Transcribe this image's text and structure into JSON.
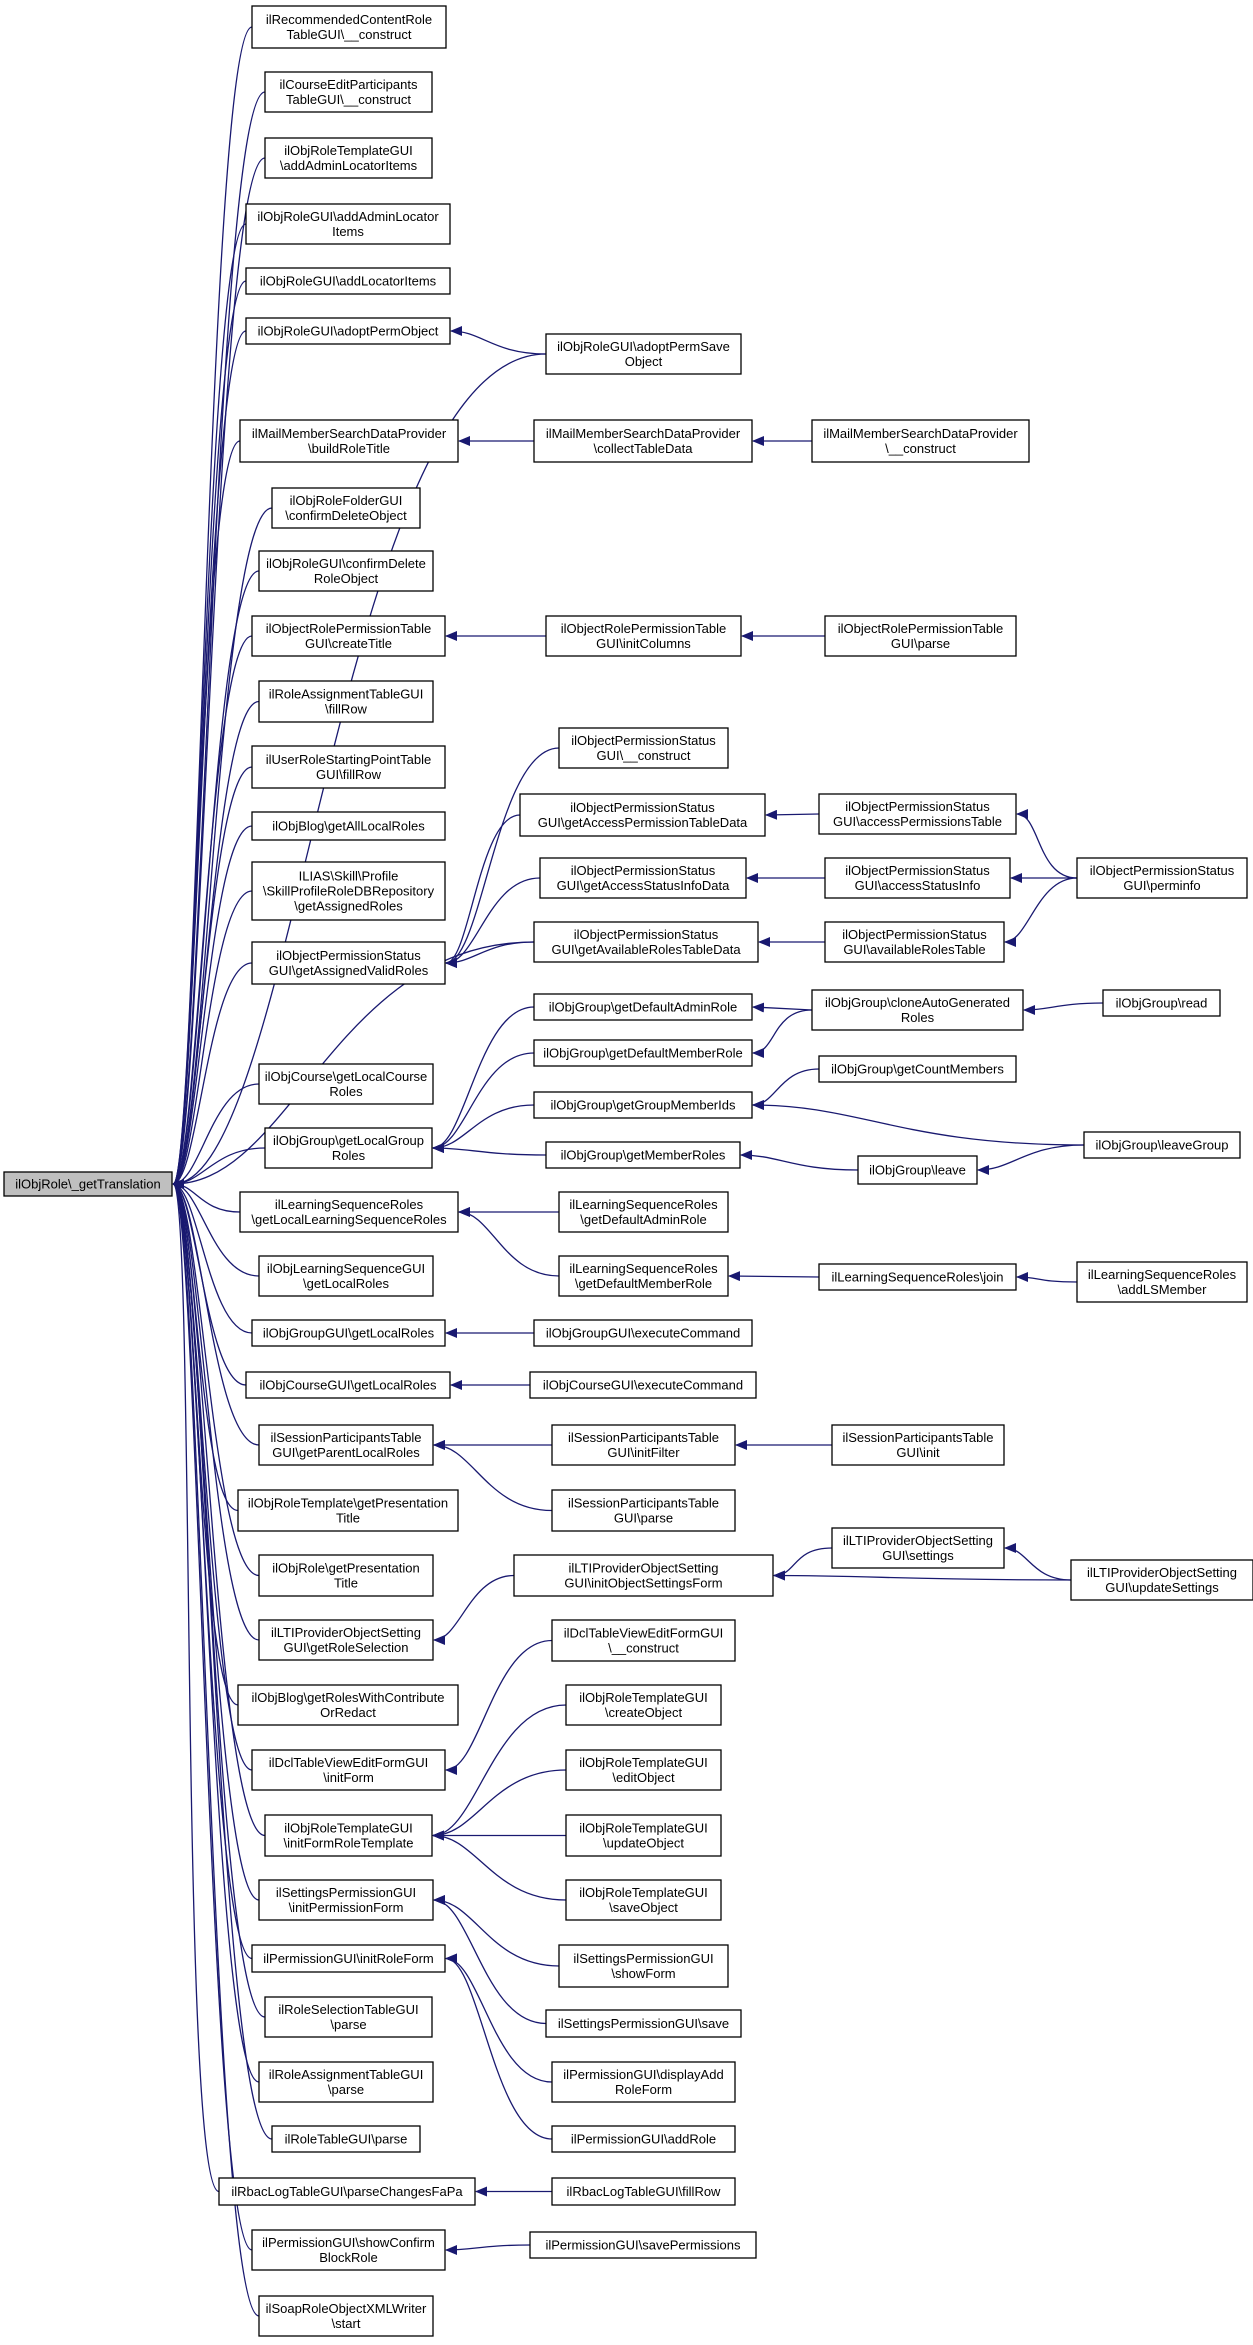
{
  "colors": {
    "edge": "#191970",
    "root_fill": "#bfbfbf",
    "node_fill": "#ffffff",
    "node_border": "#000000"
  },
  "root": {
    "id": "root",
    "lines": [
      "ilObjRole\\_getTranslation"
    ]
  },
  "nodes": [
    {
      "id": "c1",
      "lines": [
        "ilRecommendedContentRole",
        "TableGUI\\__construct"
      ]
    },
    {
      "id": "c2",
      "lines": [
        "ilCourseEditParticipants",
        "TableGUI\\__construct"
      ]
    },
    {
      "id": "c3",
      "lines": [
        "ilObjRoleTemplateGUI",
        "\\addAdminLocatorItems"
      ]
    },
    {
      "id": "c4",
      "lines": [
        "ilObjRoleGUI\\addAdminLocator",
        "Items"
      ]
    },
    {
      "id": "c5",
      "lines": [
        "ilObjRoleGUI\\addLocatorItems"
      ]
    },
    {
      "id": "c6",
      "lines": [
        "ilObjRoleGUI\\adoptPermObject"
      ]
    },
    {
      "id": "c7",
      "lines": [
        "ilMailMemberSearchDataProvider",
        "\\buildRoleTitle"
      ]
    },
    {
      "id": "c8",
      "lines": [
        "ilObjRoleFolderGUI",
        "\\confirmDeleteObject"
      ]
    },
    {
      "id": "c9",
      "lines": [
        "ilObjRoleGUI\\confirmDelete",
        "RoleObject"
      ]
    },
    {
      "id": "c10",
      "lines": [
        "ilObjectRolePermissionTable",
        "GUI\\createTitle"
      ]
    },
    {
      "id": "c11",
      "lines": [
        "ilRoleAssignmentTableGUI",
        "\\fillRow"
      ]
    },
    {
      "id": "c12",
      "lines": [
        "ilUserRoleStartingPointTable",
        "GUI\\fillRow"
      ]
    },
    {
      "id": "c13",
      "lines": [
        "ilObjBlog\\getAllLocalRoles"
      ]
    },
    {
      "id": "c14",
      "lines": [
        "ILIAS\\Skill\\Profile",
        "\\SkillProfileRoleDBRepository",
        "\\getAssignedRoles"
      ]
    },
    {
      "id": "c15",
      "lines": [
        "ilObjectPermissionStatus",
        "GUI\\getAssignedValidRoles"
      ]
    },
    {
      "id": "c16",
      "lines": [
        "ilObjCourse\\getLocalCourse",
        "Roles"
      ]
    },
    {
      "id": "c17",
      "lines": [
        "ilObjGroup\\getLocalGroup",
        "Roles"
      ]
    },
    {
      "id": "c18",
      "lines": [
        "ilLearningSequenceRoles",
        "\\getLocalLearningSequenceRoles"
      ]
    },
    {
      "id": "c19",
      "lines": [
        "ilObjLearningSequenceGUI",
        "\\getLocalRoles"
      ]
    },
    {
      "id": "c20",
      "lines": [
        "ilObjGroupGUI\\getLocalRoles"
      ]
    },
    {
      "id": "c21",
      "lines": [
        "ilObjCourseGUI\\getLocalRoles"
      ]
    },
    {
      "id": "c22",
      "lines": [
        "ilSessionParticipantsTable",
        "GUI\\getParentLocalRoles"
      ]
    },
    {
      "id": "c23",
      "lines": [
        "ilObjRoleTemplate\\getPresentation",
        "Title"
      ]
    },
    {
      "id": "c24",
      "lines": [
        "ilObjRole\\getPresentation",
        "Title"
      ]
    },
    {
      "id": "c25",
      "lines": [
        "ilLTIProviderObjectSetting",
        "GUI\\getRoleSelection"
      ]
    },
    {
      "id": "c26",
      "lines": [
        "ilObjBlog\\getRolesWithContribute",
        "OrRedact"
      ]
    },
    {
      "id": "c27",
      "lines": [
        "ilDclTableViewEditFormGUI",
        "\\initForm"
      ]
    },
    {
      "id": "c28",
      "lines": [
        "ilObjRoleTemplateGUI",
        "\\initFormRoleTemplate"
      ]
    },
    {
      "id": "c29",
      "lines": [
        "ilSettingsPermissionGUI",
        "\\initPermissionForm"
      ]
    },
    {
      "id": "c30",
      "lines": [
        "ilPermissionGUI\\initRoleForm"
      ]
    },
    {
      "id": "c31",
      "lines": [
        "ilRoleSelectionTableGUI",
        "\\parse"
      ]
    },
    {
      "id": "c32",
      "lines": [
        "ilRoleAssignmentTableGUI",
        "\\parse"
      ]
    },
    {
      "id": "c33",
      "lines": [
        "ilRoleTableGUI\\parse"
      ]
    },
    {
      "id": "c34",
      "lines": [
        "ilRbacLogTableGUI\\parseChangesFaPa"
      ]
    },
    {
      "id": "c35",
      "lines": [
        "ilPermissionGUI\\showConfirm",
        "BlockRole"
      ]
    },
    {
      "id": "c36",
      "lines": [
        "ilSoapRoleObjectXMLWriter",
        "\\start"
      ]
    },
    {
      "id": "d1",
      "lines": [
        "ilObjRoleGUI\\adoptPermSave",
        "Object"
      ]
    },
    {
      "id": "d2",
      "lines": [
        "ilMailMemberSearchDataProvider",
        "\\collectTableData"
      ]
    },
    {
      "id": "d3",
      "lines": [
        "ilObjectRolePermissionTable",
        "GUI\\initColumns"
      ]
    },
    {
      "id": "d4",
      "lines": [
        "ilObjectPermissionStatus",
        "GUI\\__construct"
      ]
    },
    {
      "id": "d5",
      "lines": [
        "ilObjectPermissionStatus",
        "GUI\\getAccessPermissionTableData"
      ]
    },
    {
      "id": "d6",
      "lines": [
        "ilObjectPermissionStatus",
        "GUI\\getAccessStatusInfoData"
      ]
    },
    {
      "id": "d7",
      "lines": [
        "ilObjectPermissionStatus",
        "GUI\\getAvailableRolesTableData"
      ]
    },
    {
      "id": "d8",
      "lines": [
        "ilObjGroup\\getDefaultAdminRole"
      ]
    },
    {
      "id": "d9",
      "lines": [
        "ilObjGroup\\getDefaultMemberRole"
      ]
    },
    {
      "id": "d10",
      "lines": [
        "ilObjGroup\\getGroupMemberIds"
      ]
    },
    {
      "id": "d11",
      "lines": [
        "ilObjGroup\\getMemberRoles"
      ]
    },
    {
      "id": "d12",
      "lines": [
        "ilLearningSequenceRoles",
        "\\getDefaultAdminRole"
      ]
    },
    {
      "id": "d13",
      "lines": [
        "ilLearningSequenceRoles",
        "\\getDefaultMemberRole"
      ]
    },
    {
      "id": "d14",
      "lines": [
        "ilObjGroupGUI\\executeCommand"
      ]
    },
    {
      "id": "d15",
      "lines": [
        "ilObjCourseGUI\\executeCommand"
      ]
    },
    {
      "id": "d16",
      "lines": [
        "ilSessionParticipantsTable",
        "GUI\\initFilter"
      ]
    },
    {
      "id": "d17",
      "lines": [
        "ilSessionParticipantsTable",
        "GUI\\parse"
      ]
    },
    {
      "id": "d18",
      "lines": [
        "ilLTIProviderObjectSetting",
        "GUI\\initObjectSettingsForm"
      ]
    },
    {
      "id": "d19",
      "lines": [
        "ilDclTableViewEditFormGUI",
        "\\__construct"
      ]
    },
    {
      "id": "d20",
      "lines": [
        "ilObjRoleTemplateGUI",
        "\\createObject"
      ]
    },
    {
      "id": "d21",
      "lines": [
        "ilObjRoleTemplateGUI",
        "\\editObject"
      ]
    },
    {
      "id": "d22",
      "lines": [
        "ilObjRoleTemplateGUI",
        "\\updateObject"
      ]
    },
    {
      "id": "d23",
      "lines": [
        "ilObjRoleTemplateGUI",
        "\\saveObject"
      ]
    },
    {
      "id": "d24",
      "lines": [
        "ilSettingsPermissionGUI",
        "\\showForm"
      ]
    },
    {
      "id": "d25",
      "lines": [
        "ilSettingsPermissionGUI\\save"
      ]
    },
    {
      "id": "d26",
      "lines": [
        "ilPermissionGUI\\displayAdd",
        "RoleForm"
      ]
    },
    {
      "id": "d27",
      "lines": [
        "ilPermissionGUI\\addRole"
      ]
    },
    {
      "id": "d28",
      "lines": [
        "ilRbacLogTableGUI\\fillRow"
      ]
    },
    {
      "id": "d29",
      "lines": [
        "ilPermissionGUI\\savePermissions"
      ]
    },
    {
      "id": "e1",
      "lines": [
        "ilMailMemberSearchDataProvider",
        "\\__construct"
      ]
    },
    {
      "id": "e2",
      "lines": [
        "ilObjectRolePermissionTable",
        "GUI\\parse"
      ]
    },
    {
      "id": "e3",
      "lines": [
        "ilObjectPermissionStatus",
        "GUI\\accessPermissionsTable"
      ]
    },
    {
      "id": "e4",
      "lines": [
        "ilObjectPermissionStatus",
        "GUI\\accessStatusInfo"
      ]
    },
    {
      "id": "e5",
      "lines": [
        "ilObjectPermissionStatus",
        "GUI\\availableRolesTable"
      ]
    },
    {
      "id": "e6",
      "lines": [
        "ilObjGroup\\cloneAutoGenerated",
        "Roles"
      ]
    },
    {
      "id": "e7",
      "lines": [
        "ilObjGroup\\getCountMembers"
      ]
    },
    {
      "id": "e8",
      "lines": [
        "ilObjGroup\\leave"
      ]
    },
    {
      "id": "e9",
      "lines": [
        "ilLearningSequenceRoles\\join"
      ]
    },
    {
      "id": "e10",
      "lines": [
        "ilSessionParticipantsTable",
        "GUI\\init"
      ]
    },
    {
      "id": "e11",
      "lines": [
        "ilLTIProviderObjectSetting",
        "GUI\\settings"
      ]
    },
    {
      "id": "f1",
      "lines": [
        "ilObjectPermissionStatus",
        "GUI\\perminfo"
      ]
    },
    {
      "id": "f2",
      "lines": [
        "ilObjGroup\\read"
      ]
    },
    {
      "id": "f3",
      "lines": [
        "ilObjGroup\\leaveGroup"
      ]
    },
    {
      "id": "f4",
      "lines": [
        "ilLearningSequenceRoles",
        "\\addLSMember"
      ]
    },
    {
      "id": "f5",
      "lines": [
        "ilLTIProviderObjectSetting",
        "GUI\\updateSettings"
      ]
    }
  ],
  "edges": [
    [
      "c1",
      "root"
    ],
    [
      "c2",
      "root"
    ],
    [
      "c3",
      "root"
    ],
    [
      "c4",
      "root"
    ],
    [
      "c5",
      "root"
    ],
    [
      "c6",
      "root"
    ],
    [
      "c7",
      "root"
    ],
    [
      "c8",
      "root"
    ],
    [
      "c9",
      "root"
    ],
    [
      "c10",
      "root"
    ],
    [
      "c11",
      "root"
    ],
    [
      "c12",
      "root"
    ],
    [
      "c13",
      "root"
    ],
    [
      "c14",
      "root"
    ],
    [
      "c15",
      "root"
    ],
    [
      "c16",
      "root"
    ],
    [
      "c17",
      "root"
    ],
    [
      "c18",
      "root"
    ],
    [
      "c19",
      "root"
    ],
    [
      "c20",
      "root"
    ],
    [
      "c21",
      "root"
    ],
    [
      "c22",
      "root"
    ],
    [
      "c23",
      "root"
    ],
    [
      "c24",
      "root"
    ],
    [
      "c25",
      "root"
    ],
    [
      "c26",
      "root"
    ],
    [
      "c27",
      "root"
    ],
    [
      "c28",
      "root"
    ],
    [
      "c29",
      "root"
    ],
    [
      "c30",
      "root"
    ],
    [
      "c31",
      "root"
    ],
    [
      "c32",
      "root"
    ],
    [
      "c33",
      "root"
    ],
    [
      "c34",
      "root"
    ],
    [
      "c35",
      "root"
    ],
    [
      "c36",
      "root"
    ],
    [
      "d1",
      "root"
    ],
    [
      "d7",
      "root"
    ],
    [
      "d1",
      "c6"
    ],
    [
      "d2",
      "c7"
    ],
    [
      "d3",
      "c10"
    ],
    [
      "d4",
      "c15"
    ],
    [
      "d5",
      "c15"
    ],
    [
      "d6",
      "c15"
    ],
    [
      "d7",
      "c15"
    ],
    [
      "d8",
      "c17"
    ],
    [
      "d9",
      "c17"
    ],
    [
      "d10",
      "c17"
    ],
    [
      "d11",
      "c17"
    ],
    [
      "d12",
      "c18"
    ],
    [
      "d13",
      "c18"
    ],
    [
      "d14",
      "c20"
    ],
    [
      "d15",
      "c21"
    ],
    [
      "d16",
      "c22"
    ],
    [
      "d17",
      "c22"
    ],
    [
      "d18",
      "c25"
    ],
    [
      "d19",
      "c27"
    ],
    [
      "d20",
      "c28"
    ],
    [
      "d21",
      "c28"
    ],
    [
      "d22",
      "c28"
    ],
    [
      "d23",
      "c28"
    ],
    [
      "d24",
      "c29"
    ],
    [
      "d25",
      "c29"
    ],
    [
      "d26",
      "c30"
    ],
    [
      "d27",
      "c30"
    ],
    [
      "d28",
      "c34"
    ],
    [
      "d29",
      "c35"
    ],
    [
      "e1",
      "d2"
    ],
    [
      "e2",
      "d3"
    ],
    [
      "e3",
      "d5"
    ],
    [
      "e4",
      "d6"
    ],
    [
      "e5",
      "d7"
    ],
    [
      "e6",
      "d8"
    ],
    [
      "e6",
      "d9"
    ],
    [
      "e7",
      "d10"
    ],
    [
      "e8",
      "d11"
    ],
    [
      "f3",
      "d10"
    ],
    [
      "e9",
      "d13"
    ],
    [
      "e10",
      "d16"
    ],
    [
      "e11",
      "d18"
    ],
    [
      "f5",
      "d18"
    ],
    [
      "f1",
      "e3"
    ],
    [
      "f1",
      "e4"
    ],
    [
      "f1",
      "e5"
    ],
    [
      "f2",
      "e6"
    ],
    [
      "f3",
      "e8"
    ],
    [
      "f4",
      "e9"
    ],
    [
      "f5",
      "e11"
    ]
  ]
}
